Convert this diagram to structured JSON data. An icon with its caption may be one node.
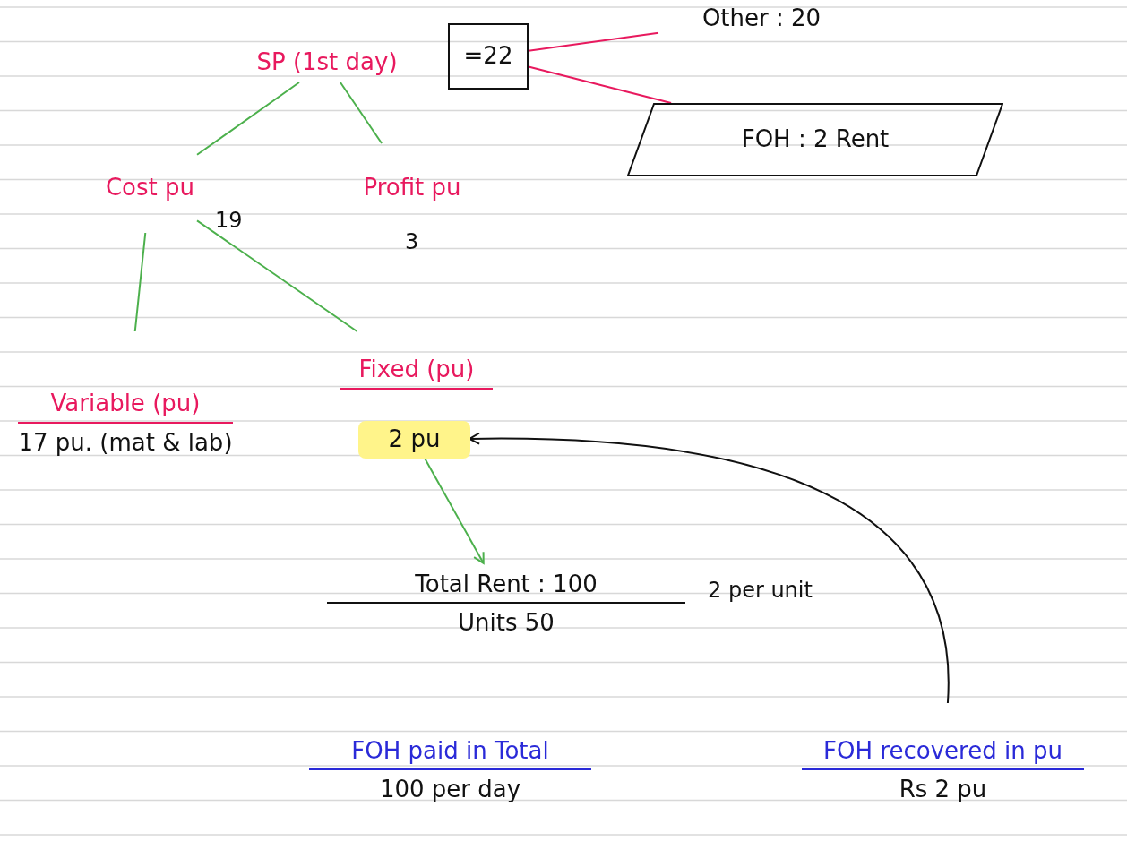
{
  "diagram": {
    "nodes": [
      {
        "text": [
          "SP (1st day)"
        ]
      },
      {
        "text": [
          "=22"
        ]
      },
      {
        "text": [
          "Other : 20"
        ]
      },
      {
        "text": [
          "FOH : 2 Rent"
        ]
      },
      {
        "text": [
          "Cost pu"
        ],
        "beside": [
          "19"
        ]
      },
      {
        "text": [
          "Profit pu"
        ],
        "beside": [
          "3"
        ]
      },
      {
        "text": [
          "Variable (pu)",
          "17 pu. (mat & lab)"
        ]
      },
      {
        "text": [
          "Fixed (pu)"
        ]
      },
      {
        "text": [
          "2 pu"
        ]
      },
      {
        "text": [
          "Total Rent : 100",
          "Units 50"
        ],
        "beside": [
          "2 per unit"
        ]
      },
      {
        "text": [
          "FOH paid in Total",
          "100 per day"
        ]
      },
      {
        "text": [
          "FOH recovered in pu",
          "Rs 2 pu"
        ]
      }
    ],
    "edges": [
      {
        "from": 1,
        "to": 2,
        "arrow": "none",
        "color": "#e8195e"
      },
      {
        "from": 1,
        "to": 3,
        "arrow": "none",
        "color": "#e8195e"
      },
      {
        "from": 0,
        "to": 4,
        "arrow": "none"
      },
      {
        "from": 0,
        "to": 5,
        "arrow": "none"
      },
      {
        "from": 4,
        "to": 6,
        "arrow": "none"
      },
      {
        "from": 4,
        "to": 7,
        "arrow": "none"
      },
      {
        "from": 8,
        "to": 9,
        "arrow": "to"
      },
      {
        "from": 11,
        "to": 8,
        "arrow": "to",
        "color": "#111111"
      }
    ]
  }
}
